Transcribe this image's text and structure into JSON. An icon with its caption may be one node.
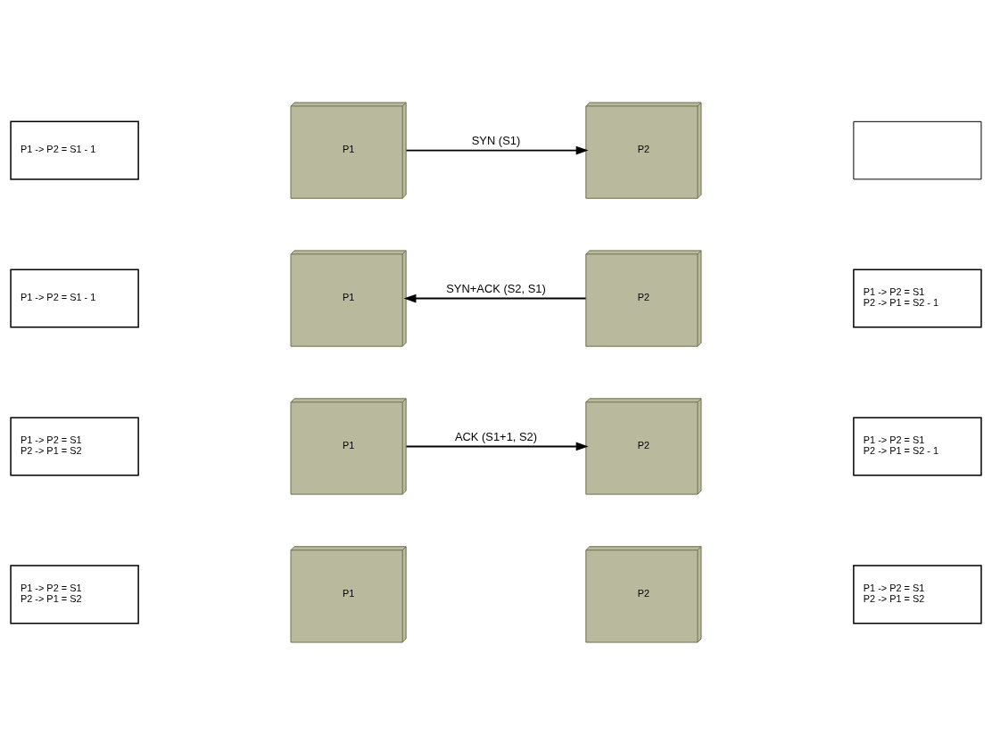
{
  "diagram": {
    "nodes": [
      {
        "text": [
          "P1 -> P2 = S1 - 1"
        ]
      },
      {
        "text": [
          "P1"
        ]
      },
      {
        "text": [
          "P2"
        ]
      },
      {
        "text": [],
        "shape": "box"
      },
      {
        "text": [
          "P1 -> P2 = S1 - 1"
        ]
      },
      {
        "text": [
          "P1"
        ]
      },
      {
        "text": [
          "P2"
        ]
      },
      {
        "text": [
          "P1 -> P2 = S1",
          "P2 -> P1 = S2 - 1"
        ]
      },
      {
        "text": [
          "P1 -> P2 = S1",
          "P2 -> P1 = S2"
        ]
      },
      {
        "text": [
          "P1"
        ]
      },
      {
        "text": [
          "P2"
        ]
      },
      {
        "text": [
          "P1 -> P2 = S1",
          "P2 -> P1 = S2 - 1"
        ]
      },
      {
        "text": [
          "P1 -> P2 = S1",
          "P2 -> P1 = S2"
        ]
      },
      {
        "text": [
          "P1"
        ]
      },
      {
        "text": [
          "P2"
        ]
      },
      {
        "text": [
          "P1 -> P2 = S1",
          "P2 -> P1 = S2"
        ]
      }
    ],
    "edges": [
      {
        "from": 1,
        "to": 2,
        "arrow": "to",
        "label": "SYN (S1)"
      },
      {
        "from": 6,
        "to": 5,
        "arrow": "to",
        "label": "SYN+ACK (S2, S1)"
      },
      {
        "from": 9,
        "to": 10,
        "arrow": "to",
        "label": "ACK (S1+1, S2)"
      }
    ]
  }
}
